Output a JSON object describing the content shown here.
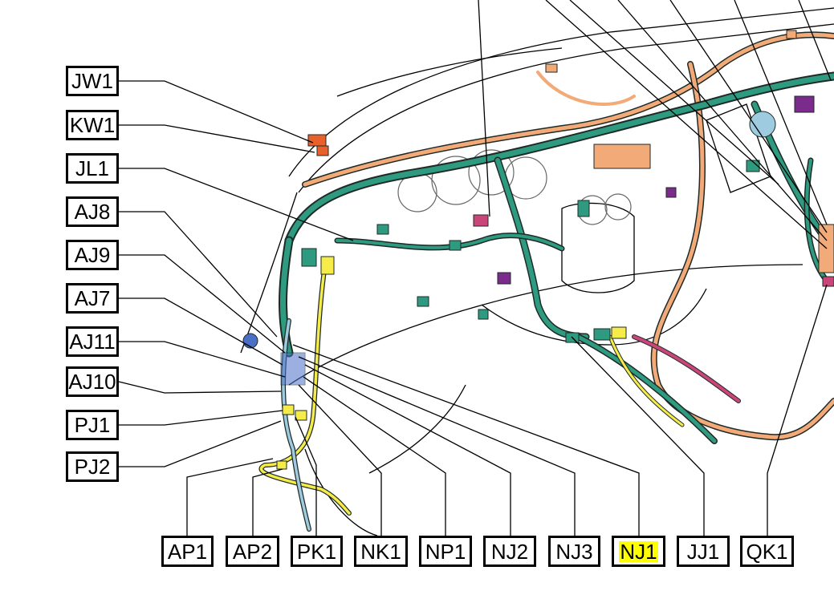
{
  "colors": {
    "harness_main": "#2e9a80",
    "harness_dark_outline": "#1f2a26",
    "harness_orange": "#f2aa78",
    "harness_yellow": "#f5ec4a",
    "harness_pink": "#c9457a",
    "harness_purple": "#7a2b8c",
    "connector_orange_red": "#e8602a",
    "connector_blue": "#4a6fc7",
    "highlight": "#ffff00",
    "outline": "#000000"
  },
  "left_labels": [
    "JW1",
    "KW1",
    "JL1",
    "AJ8",
    "AJ9",
    "AJ7",
    "AJ11",
    "AJ10",
    "PJ1",
    "PJ2"
  ],
  "bottom_labels": [
    "AP1",
    "AP2",
    "PK1",
    "NK1",
    "NP1",
    "NJ2",
    "NJ3",
    "NJ1",
    "JJ1",
    "QK1"
  ],
  "highlighted_label": "NJ1"
}
